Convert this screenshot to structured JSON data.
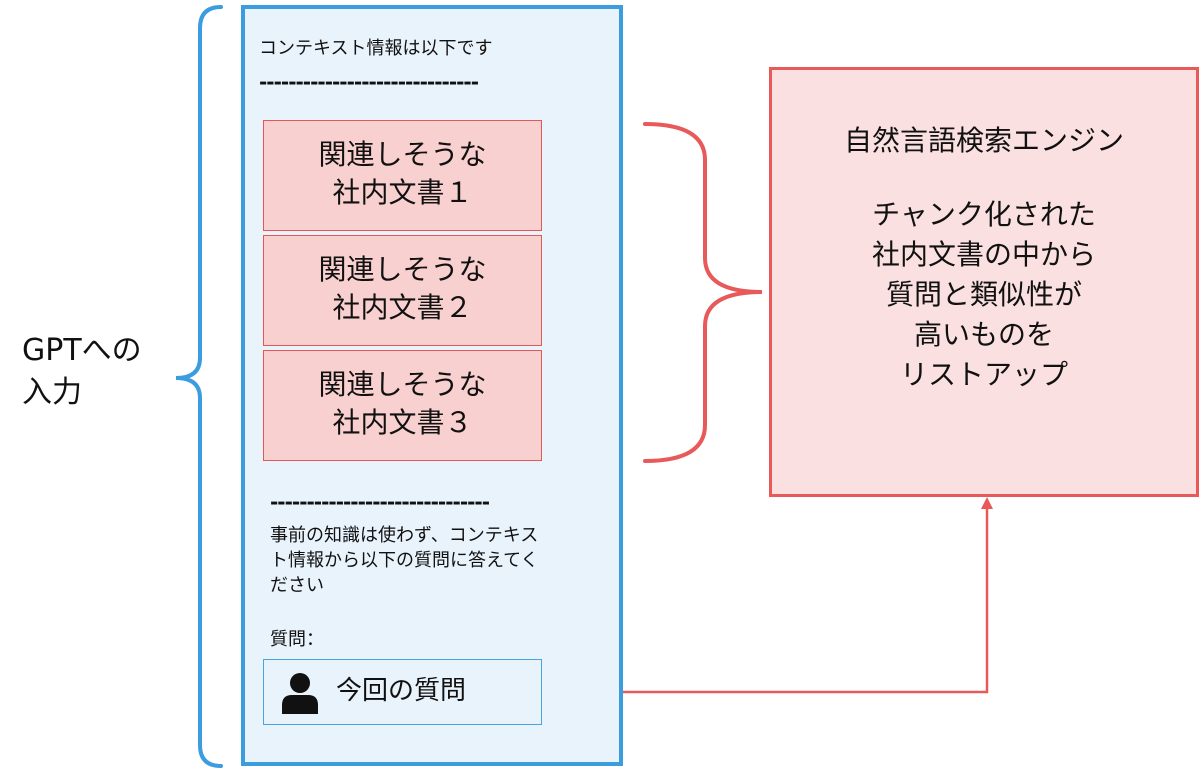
{
  "colors": {
    "prompt_border": "#3b9ce0",
    "prompt_fill": "#e9f3fc",
    "doc_fill": "#f9d0d0",
    "doc_border": "#e25757",
    "engine_fill": "#fae0e0",
    "engine_border": "#e85a5a",
    "connector": "#e85a5a",
    "brace_left": "#3b9ce0"
  },
  "left_label": {
    "line1": "GPTへの",
    "line2": "入力"
  },
  "prompt": {
    "context_header": "コンテキスト情報は以下です",
    "separator_top": "------------------------------",
    "documents": [
      {
        "line1": "関連しそうな",
        "line2": "社内文書１"
      },
      {
        "line1": "関連しそうな",
        "line2": "社内文書２"
      },
      {
        "line1": "関連しそうな",
        "line2": "社内文書３"
      }
    ],
    "separator_bottom": "------------------------------",
    "instruction_line1": "事前の知識は使わず、コンテキス",
    "instruction_line2": "ト情報から以下の質問に答えてく",
    "instruction_line3": "ださい",
    "question_label": "質問：",
    "question_icon": "person-icon",
    "question_text": "今回の質問"
  },
  "engine": {
    "title": "自然言語検索エンジン",
    "description": "チャンク化された\n社内文書の中から\n質問と類似性が\n高いものを\nリストアップ"
  }
}
